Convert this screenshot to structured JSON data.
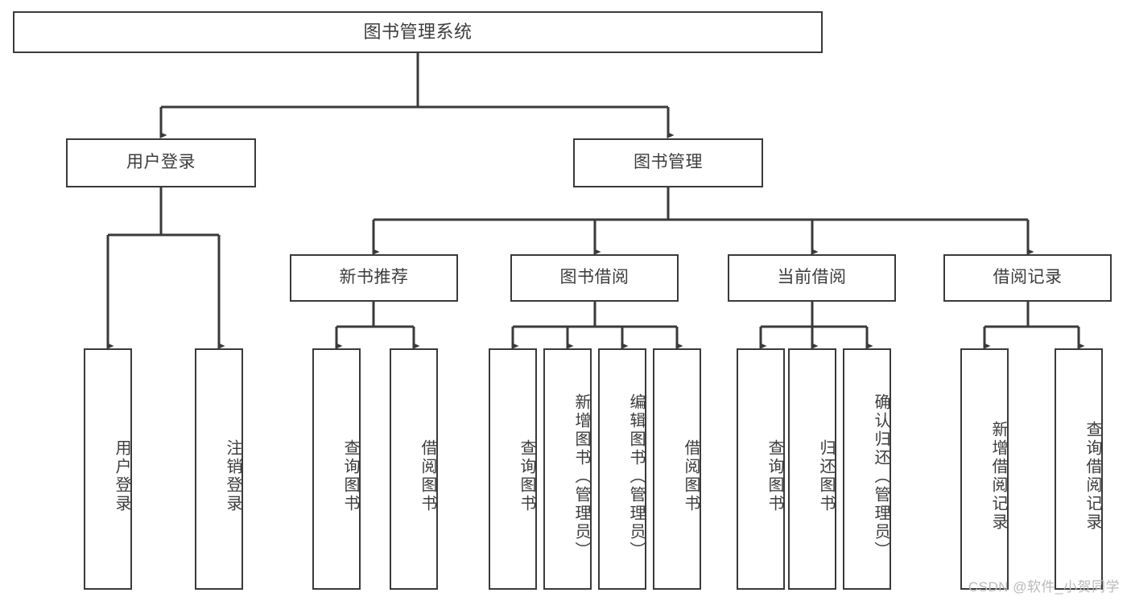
{
  "diagram": {
    "type": "tree",
    "title": "图书管理系统",
    "watermark": "CSDN @软件_小贺同学",
    "colors": {
      "box_border": "#3a3a3a",
      "box_fill": "#ffffff",
      "edge": "#3a3a3a",
      "text": "#3d3d3d",
      "watermark": "#b9b9b9"
    },
    "levels": {
      "root": {
        "label": "图书管理系统"
      },
      "level2": [
        {
          "label": "用户登录"
        },
        {
          "label": "图书管理"
        }
      ],
      "level3": [
        {
          "label": "新书推荐"
        },
        {
          "label": "图书借阅"
        },
        {
          "label": "当前借阅"
        },
        {
          "label": "借阅记录"
        }
      ],
      "leaves": {
        "user_login": [
          {
            "label": "用户登录"
          },
          {
            "label": "注销登录"
          }
        ],
        "new_book_recommend": [
          {
            "label": "查询图书"
          },
          {
            "label": "借阅图书"
          }
        ],
        "book_borrow": [
          {
            "label": "查询图书"
          },
          {
            "label": "新增图书（管理员）"
          },
          {
            "label": "编辑图书（管理员）"
          },
          {
            "label": "借阅图书"
          }
        ],
        "current_borrow": [
          {
            "label": "查询图书"
          },
          {
            "label": "归还图书"
          },
          {
            "label": "确认归还（管理员）"
          }
        ],
        "borrow_record": [
          {
            "label": "新增借阅记录"
          },
          {
            "label": "查询借阅记录"
          }
        ]
      }
    }
  }
}
